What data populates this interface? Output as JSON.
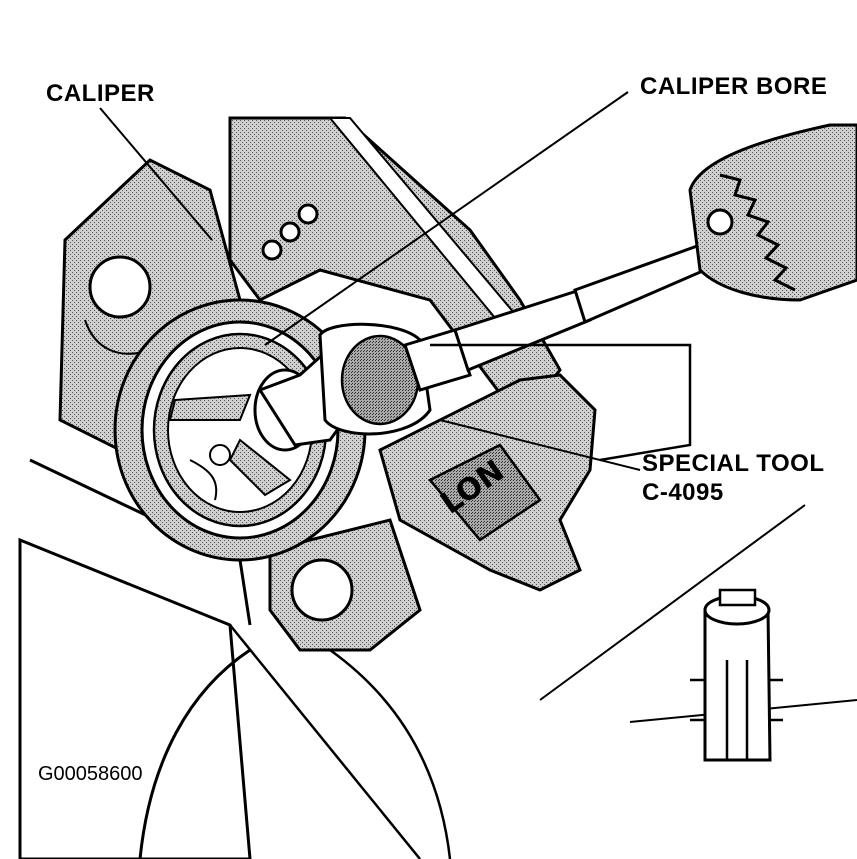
{
  "labels": {
    "caliper": "CALIPER",
    "caliper_bore": "CALIPER BORE",
    "special_tool_line1": "SPECIAL TOOL",
    "special_tool_line2": "C-4095"
  },
  "casting_mark": "LON",
  "figure_id": "G00058600"
}
